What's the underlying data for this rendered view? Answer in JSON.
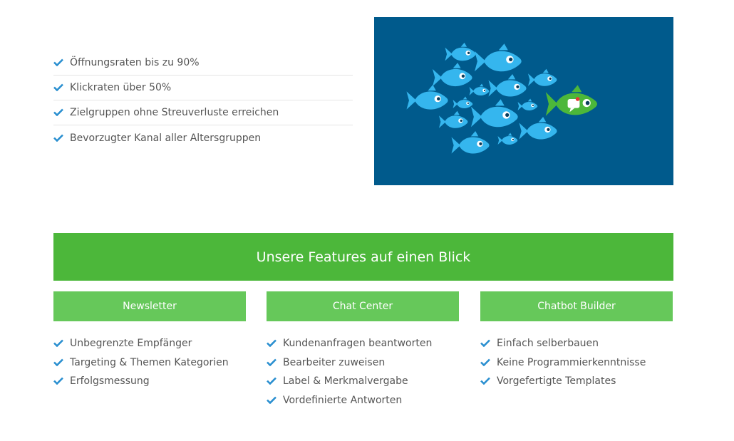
{
  "benefits": [
    "Öffnungsraten bis zu 90%",
    "Klickraten über 50%",
    "Zielgruppen ohne Streuverluste erreichen",
    "Bevorzugter Kanal aller Altersgruppen"
  ],
  "features_banner": {
    "title": "Unsere Features auf einen Blick"
  },
  "columns": [
    {
      "title": "Newsletter",
      "items": [
        "Unbegrenzte Empfänger",
        "Targeting & Themen Kategorien",
        "Erfolgsmessung"
      ]
    },
    {
      "title": "Chat Center",
      "items": [
        "Kundenanfragen beantworten",
        "Bearbeiter zuweisen",
        "Label & Merkmalvergabe",
        "Vordefinierte Antworten"
      ]
    },
    {
      "title": "Chatbot Builder",
      "items": [
        "Einfach selberbauen",
        "Keine Programmierkenntnisse",
        "Vorgefertigte Templates"
      ]
    }
  ],
  "colors": {
    "check": "#2a8fd0",
    "banner": "#4cb73a",
    "column_header": "#66c85a",
    "hero_bg": "#005a8c",
    "fish_blue": "#35b6ee",
    "fish_green": "#4cb73a"
  }
}
